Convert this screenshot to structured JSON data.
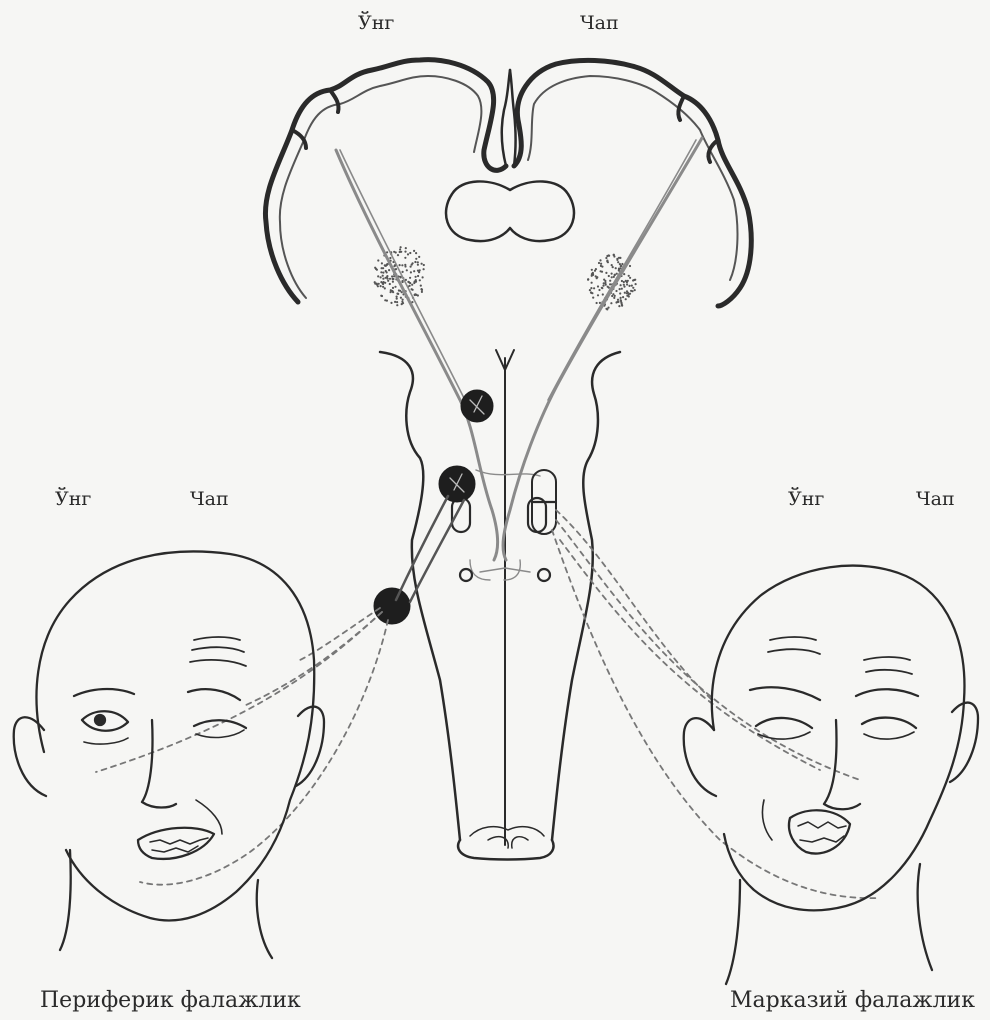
{
  "labels": {
    "top_right_side": "Ўнг",
    "top_left_side": "Чап",
    "face1_right": "Ўнг",
    "face1_left": "Чап",
    "face2_right": "Ўнг",
    "face2_left": "Чап"
  },
  "captions": {
    "peripheral": "Периферик фалажлик",
    "central": "Марказий фалажлик"
  },
  "colors": {
    "ink": "#2a2a2a",
    "nerve_path": "#8a8a8a",
    "nucleus": "#1e1e1e",
    "dashed_fibers": "#777777"
  }
}
